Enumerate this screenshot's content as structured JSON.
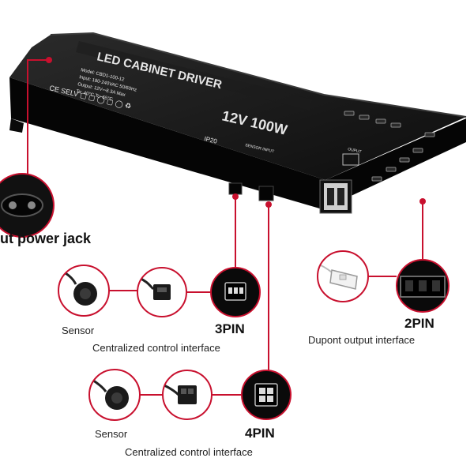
{
  "device": {
    "title": "LED CABINET DRIVER",
    "rating": "12V 100W",
    "ip": "IP20",
    "spec_lines": [
      "Model: CBD1-100-12",
      "Input: 180-240VAC 50/60Hz",
      "Output: 12V⎓8.3A Max",
      "Ta: 40°C  Tc: 65°C"
    ],
    "sensor_input": "SENSOR INPUT",
    "output": "OUPUT",
    "cert_marks": "CE SELV ▢ ▢ ◯ ▢ ◯ ♻"
  },
  "callouts": {
    "power_jack": "ut power jack",
    "sensor_3pin": "Sensor",
    "pin3": "3PIN",
    "central_3pin": "Centralized control interface",
    "pin2": "2PIN",
    "dupont": "Dupont output interface",
    "sensor_4pin": "Sensor",
    "pin4": "4PIN",
    "central_4pin": "Centralized control interface"
  },
  "colors": {
    "accent": "#c8102e",
    "body": "#141414"
  }
}
